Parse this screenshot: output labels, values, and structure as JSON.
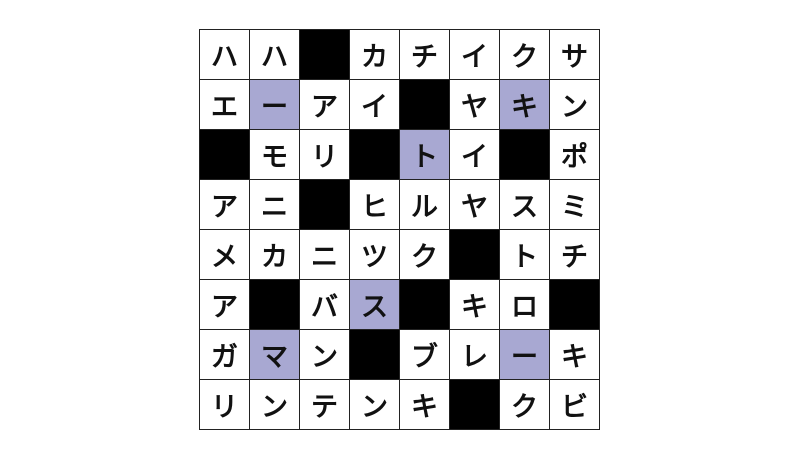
{
  "colors": {
    "block": "#000000",
    "highlight": "#a8a8d2",
    "empty": "#ffffff"
  },
  "grid": {
    "rows": [
      [
        "ハ",
        "ハ",
        "#",
        "カ",
        "チ",
        "イ",
        "ク",
        "サ"
      ],
      [
        "エ",
        "ー",
        "ア",
        "イ",
        "#",
        "ヤ",
        "キ",
        "ン"
      ],
      [
        "#",
        "モ",
        "リ",
        "#",
        "ト",
        "イ",
        "#",
        "ポ"
      ],
      [
        "ア",
        "ニ",
        "#",
        "ヒ",
        "ル",
        "ヤ",
        "ス",
        "ミ"
      ],
      [
        "メ",
        "カ",
        "ニ",
        "ツ",
        "ク",
        "#",
        "ト",
        "チ"
      ],
      [
        "ア",
        "#",
        "バ",
        "ス",
        "#",
        "キ",
        "ロ",
        "#"
      ],
      [
        "ガ",
        "マ",
        "ン",
        "#",
        "ブ",
        "レ",
        "ー",
        "キ"
      ],
      [
        "リ",
        "ン",
        "テ",
        "ン",
        "キ",
        "#",
        "ク",
        "ビ"
      ]
    ],
    "highlighted": [
      [
        1,
        1
      ],
      [
        1,
        6
      ],
      [
        2,
        4
      ],
      [
        5,
        3
      ],
      [
        6,
        1
      ],
      [
        6,
        6
      ]
    ]
  }
}
